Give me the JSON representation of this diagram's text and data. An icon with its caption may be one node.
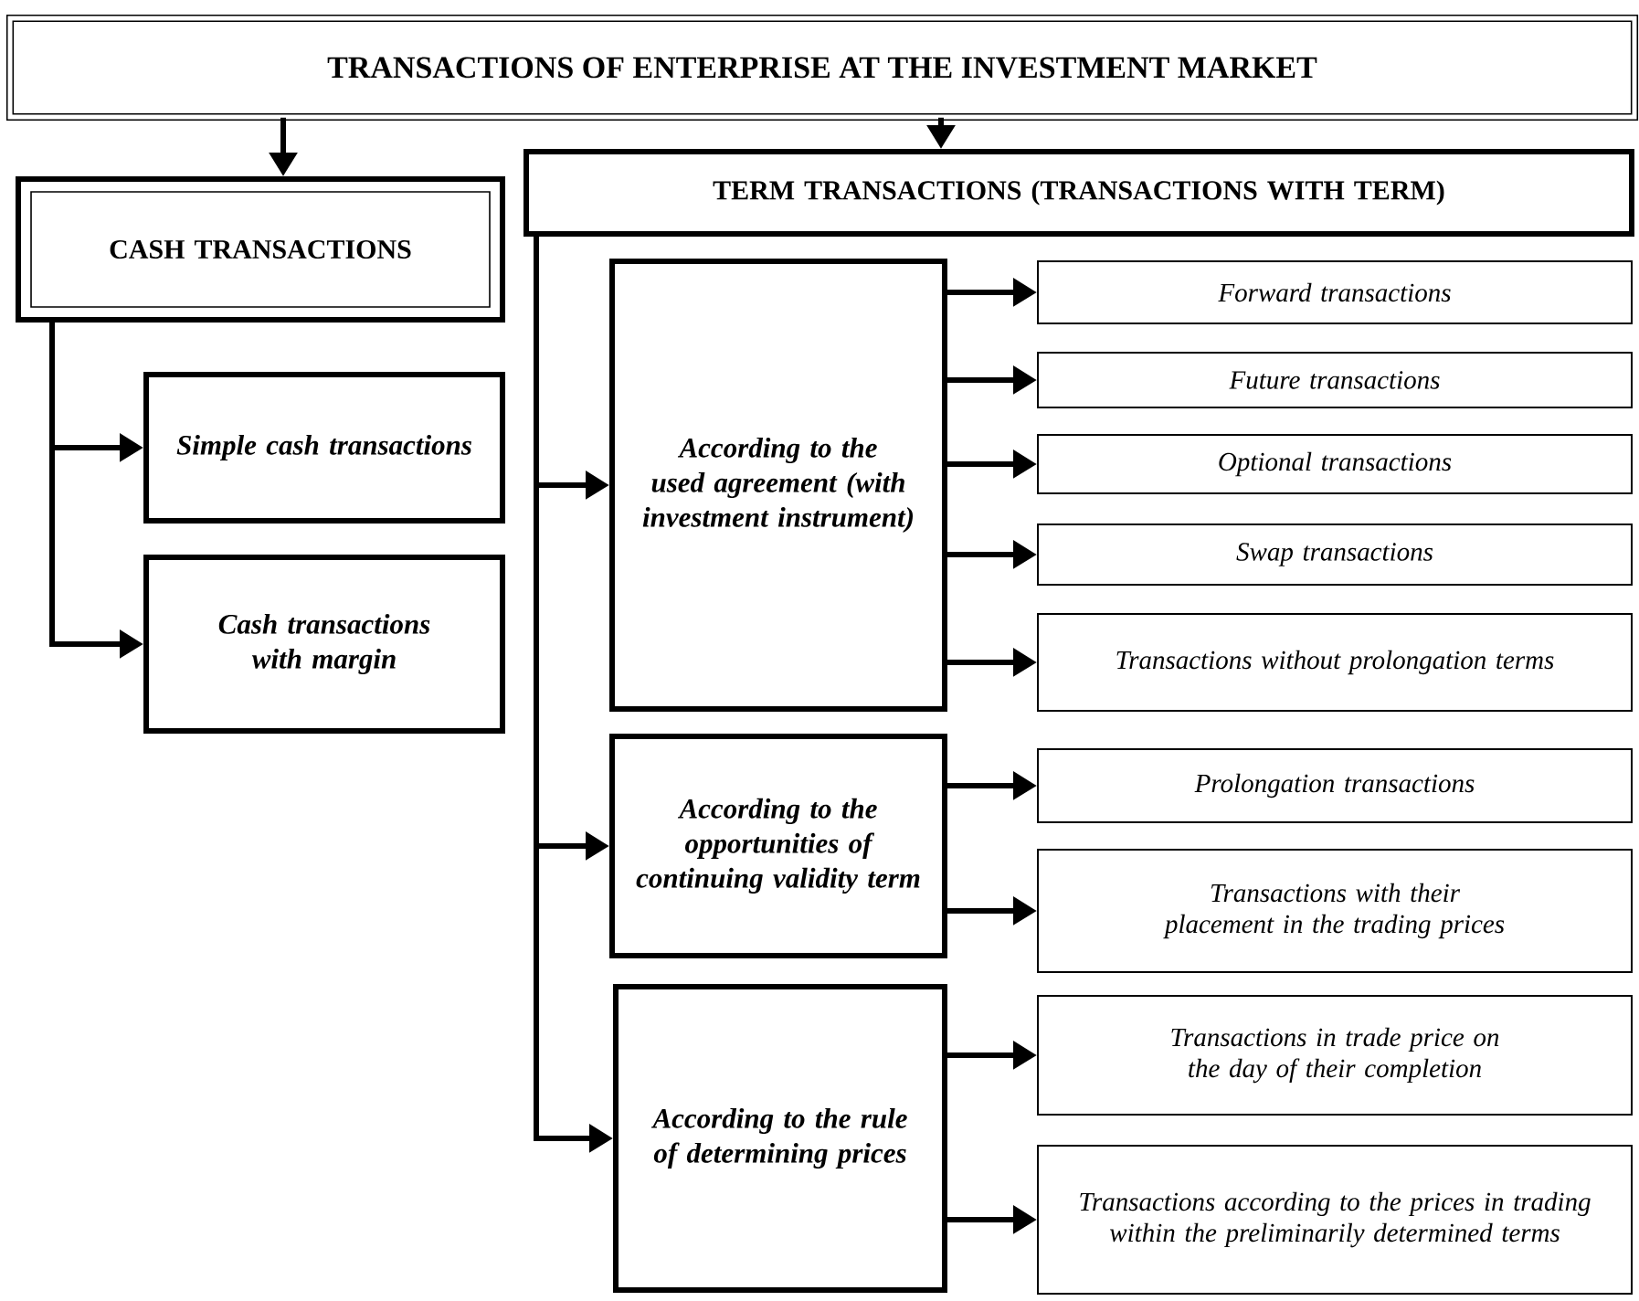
{
  "diagram": {
    "title": "TRANSACTIONS OF ENTERPRISE AT THE INVESTMENT MARKET",
    "nodes": [
      {
        "text": [
          "TERM TRANSACTIONS (TRANSACTIONS WITH TERM)"
        ]
      },
      {
        "text": [
          "CASH TRANSACTIONS"
        ]
      },
      {
        "text": [
          "Simple cash transactions"
        ]
      },
      {
        "text": [
          "Cash transactions with margin"
        ]
      },
      {
        "text": [
          "According to the used agreement (with investment instrument)"
        ]
      },
      {
        "text": [
          "According to the opportunities of continuing validity term"
        ]
      },
      {
        "text": [
          "According to the rule of determining prices"
        ]
      },
      {
        "text": [
          "Forward transactions"
        ]
      },
      {
        "text": [
          "Future transactions"
        ]
      },
      {
        "text": [
          "Optional transactions"
        ]
      },
      {
        "text": [
          "Swap transactions"
        ]
      },
      {
        "text": [
          "Transactions without prolongation terms"
        ]
      },
      {
        "text": [
          "Prolongation transactions"
        ]
      },
      {
        "text": [
          "Transactions with their placement in the trading prices"
        ]
      },
      {
        "text": [
          "Transactions in trade price on the day of their completion"
        ]
      },
      {
        "text": [
          "Transactions according to the prices in trading within the preliminarily determined terms"
        ]
      }
    ],
    "edges": [
      {
        "from": null,
        "to": 1,
        "arrow": "to"
      },
      {
        "from": null,
        "to": 0,
        "arrow": "to"
      },
      {
        "from": 1,
        "to": 2,
        "arrow": "to"
      },
      {
        "from": 1,
        "to": 3,
        "arrow": "to"
      },
      {
        "from": 0,
        "to": 4,
        "arrow": "to"
      },
      {
        "from": 0,
        "to": 5,
        "arrow": "to"
      },
      {
        "from": 0,
        "to": 6,
        "arrow": "to"
      },
      {
        "from": 4,
        "to": 7,
        "arrow": "to"
      },
      {
        "from": 4,
        "to": 8,
        "arrow": "to"
      },
      {
        "from": 4,
        "to": 9,
        "arrow": "to"
      },
      {
        "from": 4,
        "to": 10,
        "arrow": "to"
      },
      {
        "from": 4,
        "to": 11,
        "arrow": "to"
      },
      {
        "from": 5,
        "to": 12,
        "arrow": "to"
      },
      {
        "from": 5,
        "to": 13,
        "arrow": "to"
      },
      {
        "from": 6,
        "to": 14,
        "arrow": "to"
      },
      {
        "from": 6,
        "to": 15,
        "arrow": "to"
      }
    ]
  }
}
